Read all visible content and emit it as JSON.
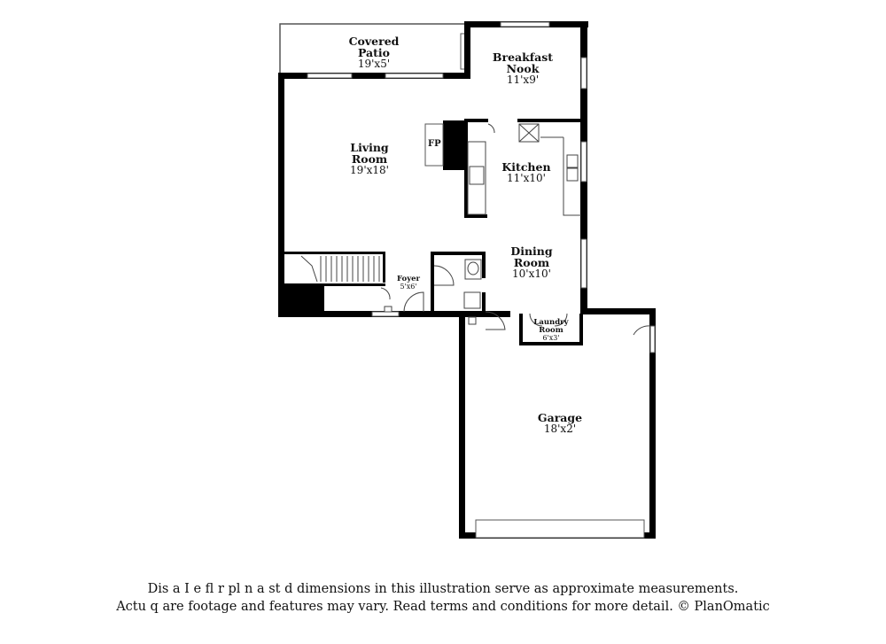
{
  "rooms": {
    "covered_patio": {
      "name_line1": "Covered",
      "name_line2": "Patio",
      "dim": "19'x5'"
    },
    "breakfast_nook": {
      "name_line1": "Breakfast",
      "name_line2": "Nook",
      "dim": "11'x9'"
    },
    "living_room": {
      "name_line1": "Living",
      "name_line2": "Room",
      "dim": "19'x18'"
    },
    "kitchen": {
      "name_line1": "Kitchen",
      "dim": "11'x10'"
    },
    "dining_room": {
      "name_line1": "Dining",
      "name_line2": "Room",
      "dim": "10'x10'"
    },
    "foyer": {
      "name_line1": "Foyer",
      "dim": "5'x6'"
    },
    "laundry_room": {
      "name_line1": "Laundry",
      "name_line2": "Room",
      "dim": "6'x3'"
    },
    "garage": {
      "name_line1": "Garage",
      "dim": "18'x2'"
    }
  },
  "fireplace_label": "FP",
  "disclaimer": {
    "line1": "Dis    a     I   e fl   r pl  n a   st   d dimensions in this illustration serve as approximate measurements.",
    "line2": "Actu    q  are footage and features may vary. Read terms and conditions for more detail. © PlanOmatic"
  },
  "colors": {
    "wall": "#000000",
    "window": "#ffffff",
    "fixture": "#555555"
  }
}
